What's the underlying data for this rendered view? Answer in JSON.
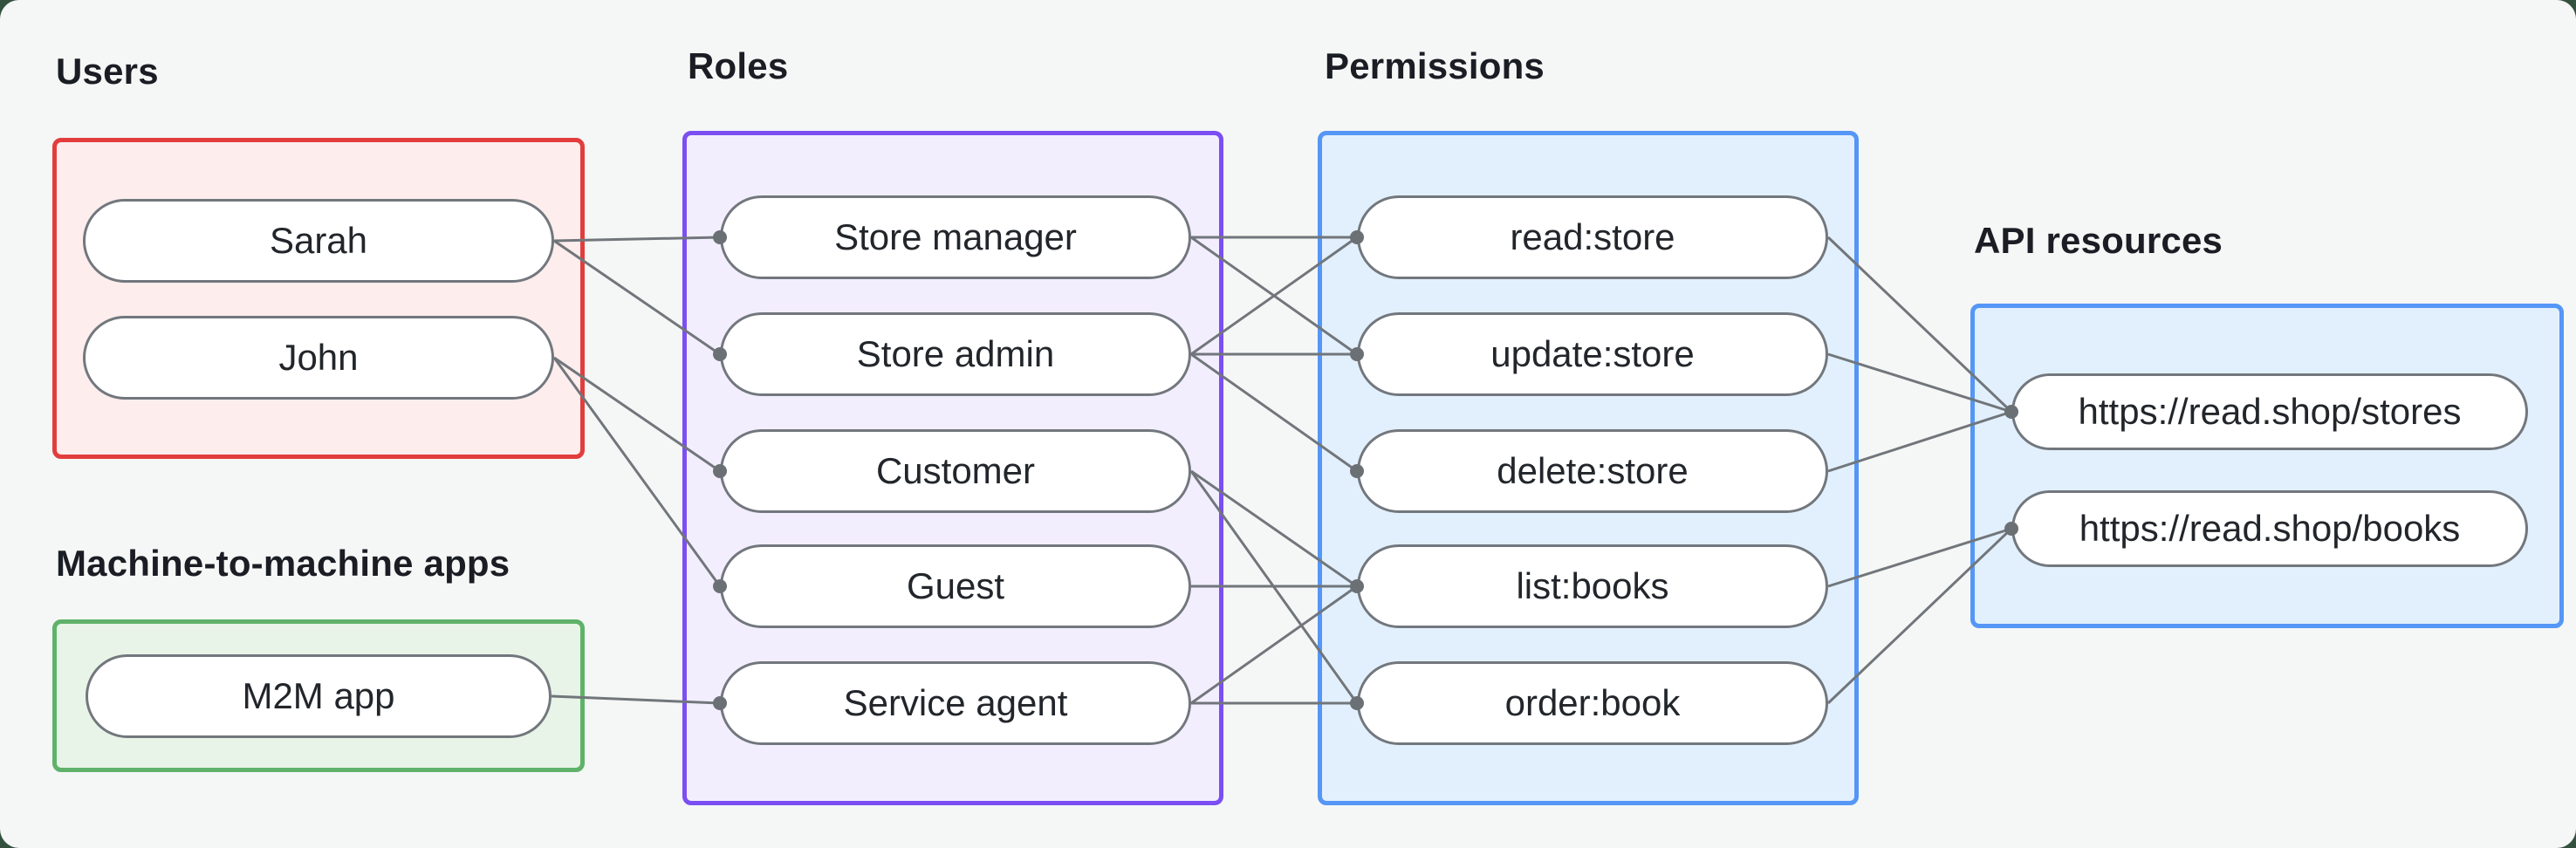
{
  "colors": {
    "page_background": "#34503e",
    "panel_fill": "#f5f7f6",
    "node_border": "#72777d",
    "node_fill": "#ffffff",
    "node_text": "#22262b",
    "group_label_text": "#1a1e24",
    "edge_line": "#71767b",
    "connection_dot": "#6b7075"
  },
  "diagram": {
    "groups": [
      {
        "id": "users",
        "label": "Users",
        "border": "#e23d3d",
        "fill": "#fdeded"
      },
      {
        "id": "m2m",
        "label": "Machine-to-machine apps",
        "border": "#5fb269",
        "fill": "#e9f4e8"
      },
      {
        "id": "roles",
        "label": "Roles",
        "border": "#7b4ff2",
        "fill": "#f3eefe"
      },
      {
        "id": "permissions",
        "label": "Permissions",
        "border": "#5596f6",
        "fill": "#e2f0fd"
      },
      {
        "id": "api",
        "label": "API resources",
        "border": "#5596f6",
        "fill": "#e2f0fd"
      }
    ],
    "nodes": [
      {
        "id": "sarah",
        "label": "Sarah",
        "group": "users"
      },
      {
        "id": "john",
        "label": "John",
        "group": "users"
      },
      {
        "id": "m2m-app",
        "label": "M2M app",
        "group": "m2m"
      },
      {
        "id": "store-manager",
        "label": "Store manager",
        "group": "roles"
      },
      {
        "id": "store-admin",
        "label": "Store admin",
        "group": "roles"
      },
      {
        "id": "customer",
        "label": "Customer",
        "group": "roles"
      },
      {
        "id": "guest",
        "label": "Guest",
        "group": "roles"
      },
      {
        "id": "service-agent",
        "label": "Service agent",
        "group": "roles"
      },
      {
        "id": "read-store",
        "label": "read:store",
        "group": "permissions"
      },
      {
        "id": "update-store",
        "label": "update:store",
        "group": "permissions"
      },
      {
        "id": "delete-store",
        "label": "delete:store",
        "group": "permissions"
      },
      {
        "id": "list-books",
        "label": "list:books",
        "group": "permissions"
      },
      {
        "id": "order-book",
        "label": "order:book",
        "group": "permissions"
      },
      {
        "id": "stores-api",
        "label": "https://read.shop/stores",
        "group": "api"
      },
      {
        "id": "books-api",
        "label": "https://read.shop/books",
        "group": "api"
      }
    ],
    "edges": [
      {
        "from": "sarah",
        "to": "store-manager"
      },
      {
        "from": "sarah",
        "to": "store-admin"
      },
      {
        "from": "john",
        "to": "customer"
      },
      {
        "from": "john",
        "to": "guest"
      },
      {
        "from": "m2m-app",
        "to": "service-agent"
      },
      {
        "from": "store-manager",
        "to": "read-store"
      },
      {
        "from": "store-manager",
        "to": "update-store"
      },
      {
        "from": "store-admin",
        "to": "read-store"
      },
      {
        "from": "store-admin",
        "to": "update-store"
      },
      {
        "from": "store-admin",
        "to": "delete-store"
      },
      {
        "from": "customer",
        "to": "list-books"
      },
      {
        "from": "customer",
        "to": "order-book"
      },
      {
        "from": "guest",
        "to": "list-books"
      },
      {
        "from": "service-agent",
        "to": "list-books"
      },
      {
        "from": "service-agent",
        "to": "order-book"
      },
      {
        "from": "read-store",
        "to": "stores-api"
      },
      {
        "from": "update-store",
        "to": "stores-api"
      },
      {
        "from": "delete-store",
        "to": "stores-api"
      },
      {
        "from": "list-books",
        "to": "books-api"
      },
      {
        "from": "order-book",
        "to": "books-api"
      }
    ],
    "edge_style": {
      "stroke_width": 3,
      "dot_radius": 8
    }
  }
}
